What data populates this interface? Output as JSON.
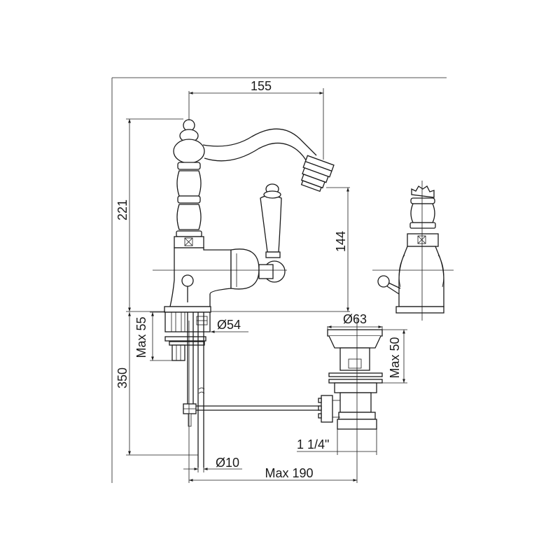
{
  "dimensions": {
    "top_width": "155",
    "total_height": "221",
    "spout_height": "144",
    "max_55": "Max 55",
    "base_diameter": "Ø54",
    "drain_diameter": "Ø63",
    "max_50": "Max 50",
    "rod_length": "350",
    "rod_diameter": "Ø10",
    "thread": "1 1/4\"",
    "max_190": "Max 190"
  },
  "colors": {
    "line": "#1a1a1a",
    "background": "#ffffff"
  }
}
